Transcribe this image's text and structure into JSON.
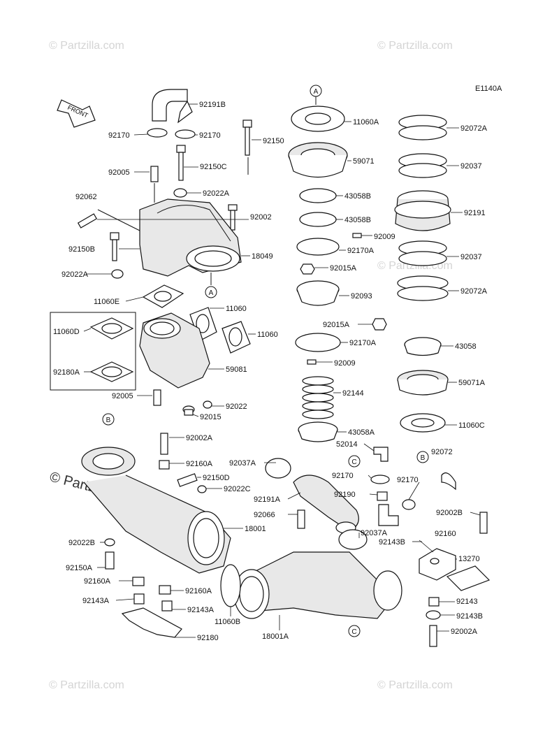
{
  "diagram_code": "E1140A",
  "front_label": "FRONT",
  "watermarks": [
    "© Partzilla.com",
    "© Partzilla.com",
    "© Partzilla.com",
    "© Partzilla.com",
    "© Partzilla.com"
  ],
  "watermark_main": "© Partzilla.com",
  "callouts": [
    "A",
    "A",
    "B",
    "B",
    "C",
    "C"
  ],
  "labels": [
    "92191B",
    "92170",
    "92170",
    "92150",
    "92005",
    "92150C",
    "92022A",
    "92062",
    "92002",
    "92150B",
    "18049",
    "92022A",
    "11060E",
    "11060",
    "11060D",
    "11060",
    "92180A",
    "59081",
    "92005",
    "92022",
    "92015",
    "11060A",
    "59071",
    "43058B",
    "43058B",
    "92009",
    "92170A",
    "92015A",
    "92093",
    "92015A",
    "92170A",
    "92009",
    "92144",
    "43058A",
    "52014",
    "92072A",
    "92037",
    "92191",
    "92037",
    "92072A",
    "43058",
    "59071A",
    "11060C",
    "92072",
    "92002A",
    "92160A",
    "92037A",
    "92150D",
    "92022C",
    "92191A",
    "92170",
    "92190",
    "92170",
    "92066",
    "92037A",
    "18001",
    "92022B",
    "92150A",
    "92160A",
    "92160A",
    "92143A",
    "92143A",
    "11060B",
    "18001A",
    "92180",
    "92002B",
    "92160",
    "92143B",
    "13270",
    "92143",
    "92143B",
    "92002A"
  ]
}
